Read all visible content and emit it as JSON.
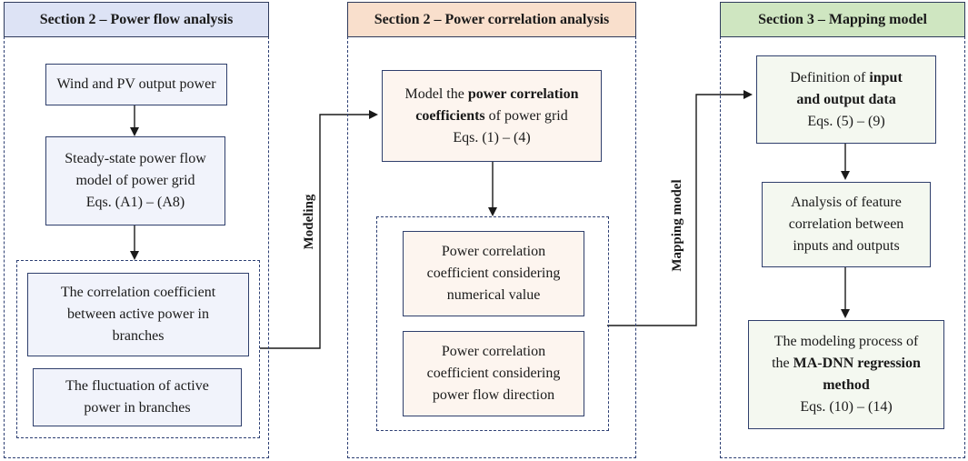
{
  "sections": [
    {
      "title": "Section 2 – Power flow analysis",
      "color": "#dde3f5"
    },
    {
      "title": "Section 2 – Power correlation analysis",
      "color": "#f9dfcc"
    },
    {
      "title": "Section 3 – Mapping model",
      "color": "#cfe6c1"
    }
  ],
  "col1": {
    "box1": "Wind and PV output power",
    "box2_line1": "Steady-state power flow",
    "box2_line2": "model of power grid",
    "box2_line3": "Eqs. (A1) – (A8)",
    "box3_line1": "The correlation coefficient",
    "box3_line2": "between active power in",
    "box3_line3": "branches",
    "box4_line1": "The fluctuation of active",
    "box4_line2": "power in branches"
  },
  "col2": {
    "box1_line1": "Model the ",
    "box1_bold1": "power correlation",
    "box1_bold2": "coefficients",
    "box1_line2_rest": " of power grid",
    "box1_line3": "Eqs. (1) – (4)",
    "box2_line1": "Power correlation",
    "box2_line2": "coefficient considering",
    "box2_line3": "numerical value",
    "box3_line1": "Power correlation",
    "box3_line2": "coefficient considering",
    "box3_line3": "power flow direction"
  },
  "col3": {
    "box1_line1": "Definition of ",
    "box1_bold1": "input",
    "box1_bold2": "and output data",
    "box1_line3": "Eqs. (5) – (9)",
    "box2_line1": "Analysis of feature",
    "box2_line2": "correlation between",
    "box2_line3": "inputs and outputs",
    "box3_line1": "The modeling process of",
    "box3_line2_pre": "the ",
    "box3_bold1": "MA-DNN regression",
    "box3_bold2": "method",
    "box3_line4": "Eqs. (10) – (14)"
  },
  "labels": {
    "modeling": "Modeling",
    "mapping": "Mapping model"
  }
}
